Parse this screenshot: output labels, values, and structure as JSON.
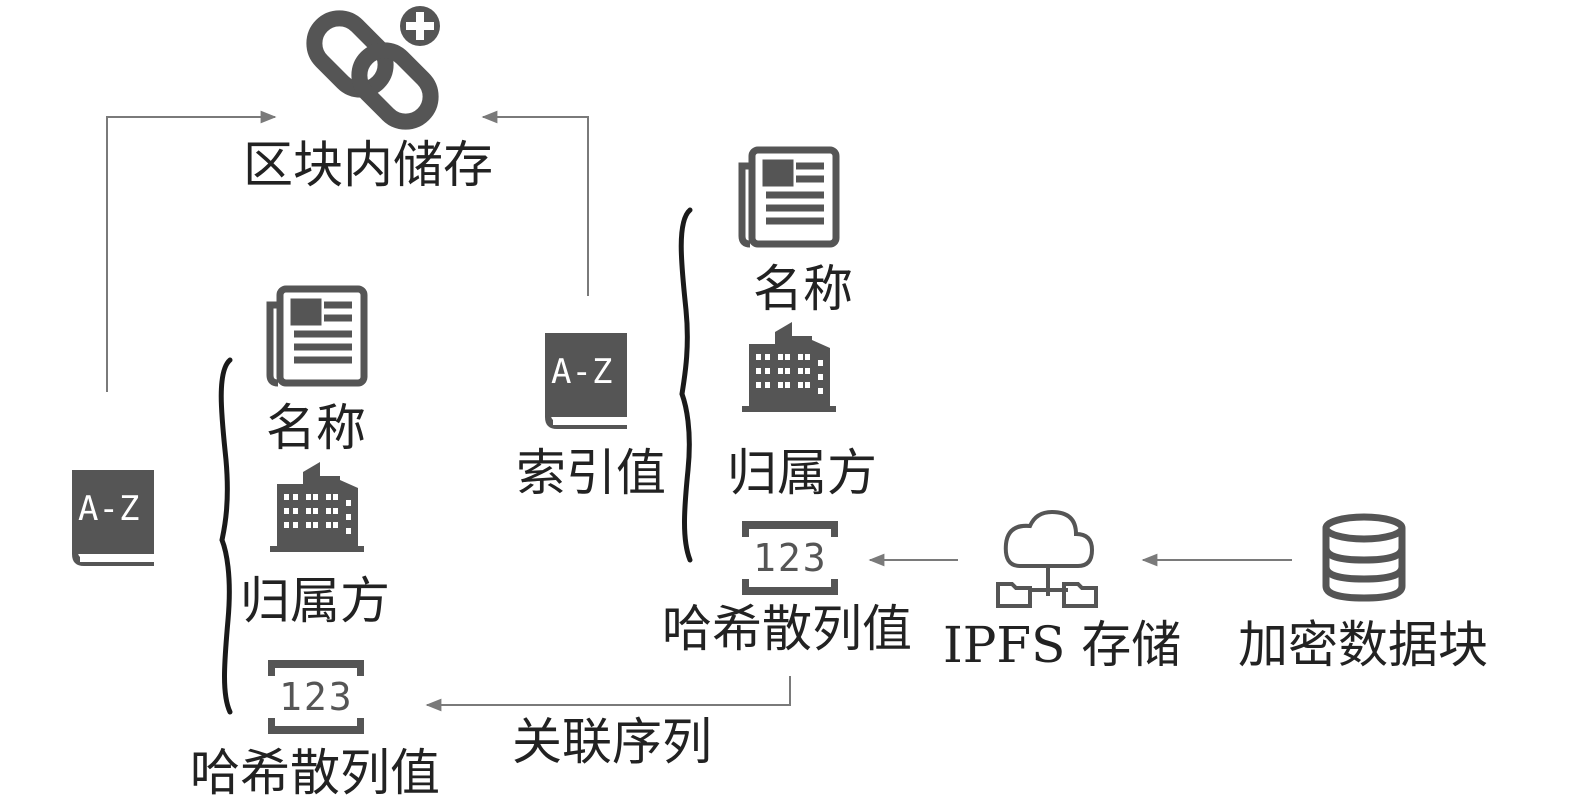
{
  "diagram": {
    "blockchain_storage": "区块内储存",
    "index_value": "索引值",
    "association_sequence": "关联序列",
    "left_record": {
      "name": "名称",
      "owner": "归属方",
      "hash": "哈希散列值",
      "counter_text": "123",
      "book_text": "A-Z"
    },
    "right_record": {
      "name": "名称",
      "owner": "归属方",
      "hash": "哈希散列值",
      "counter_text": "123"
    },
    "index_book_text": "A-Z",
    "ipfs_storage": "IPFS 存储",
    "encrypted_block": "加密数据块"
  },
  "colors": {
    "icon": "#555555",
    "arrow": "#7a7a7a",
    "text": "#222222"
  }
}
